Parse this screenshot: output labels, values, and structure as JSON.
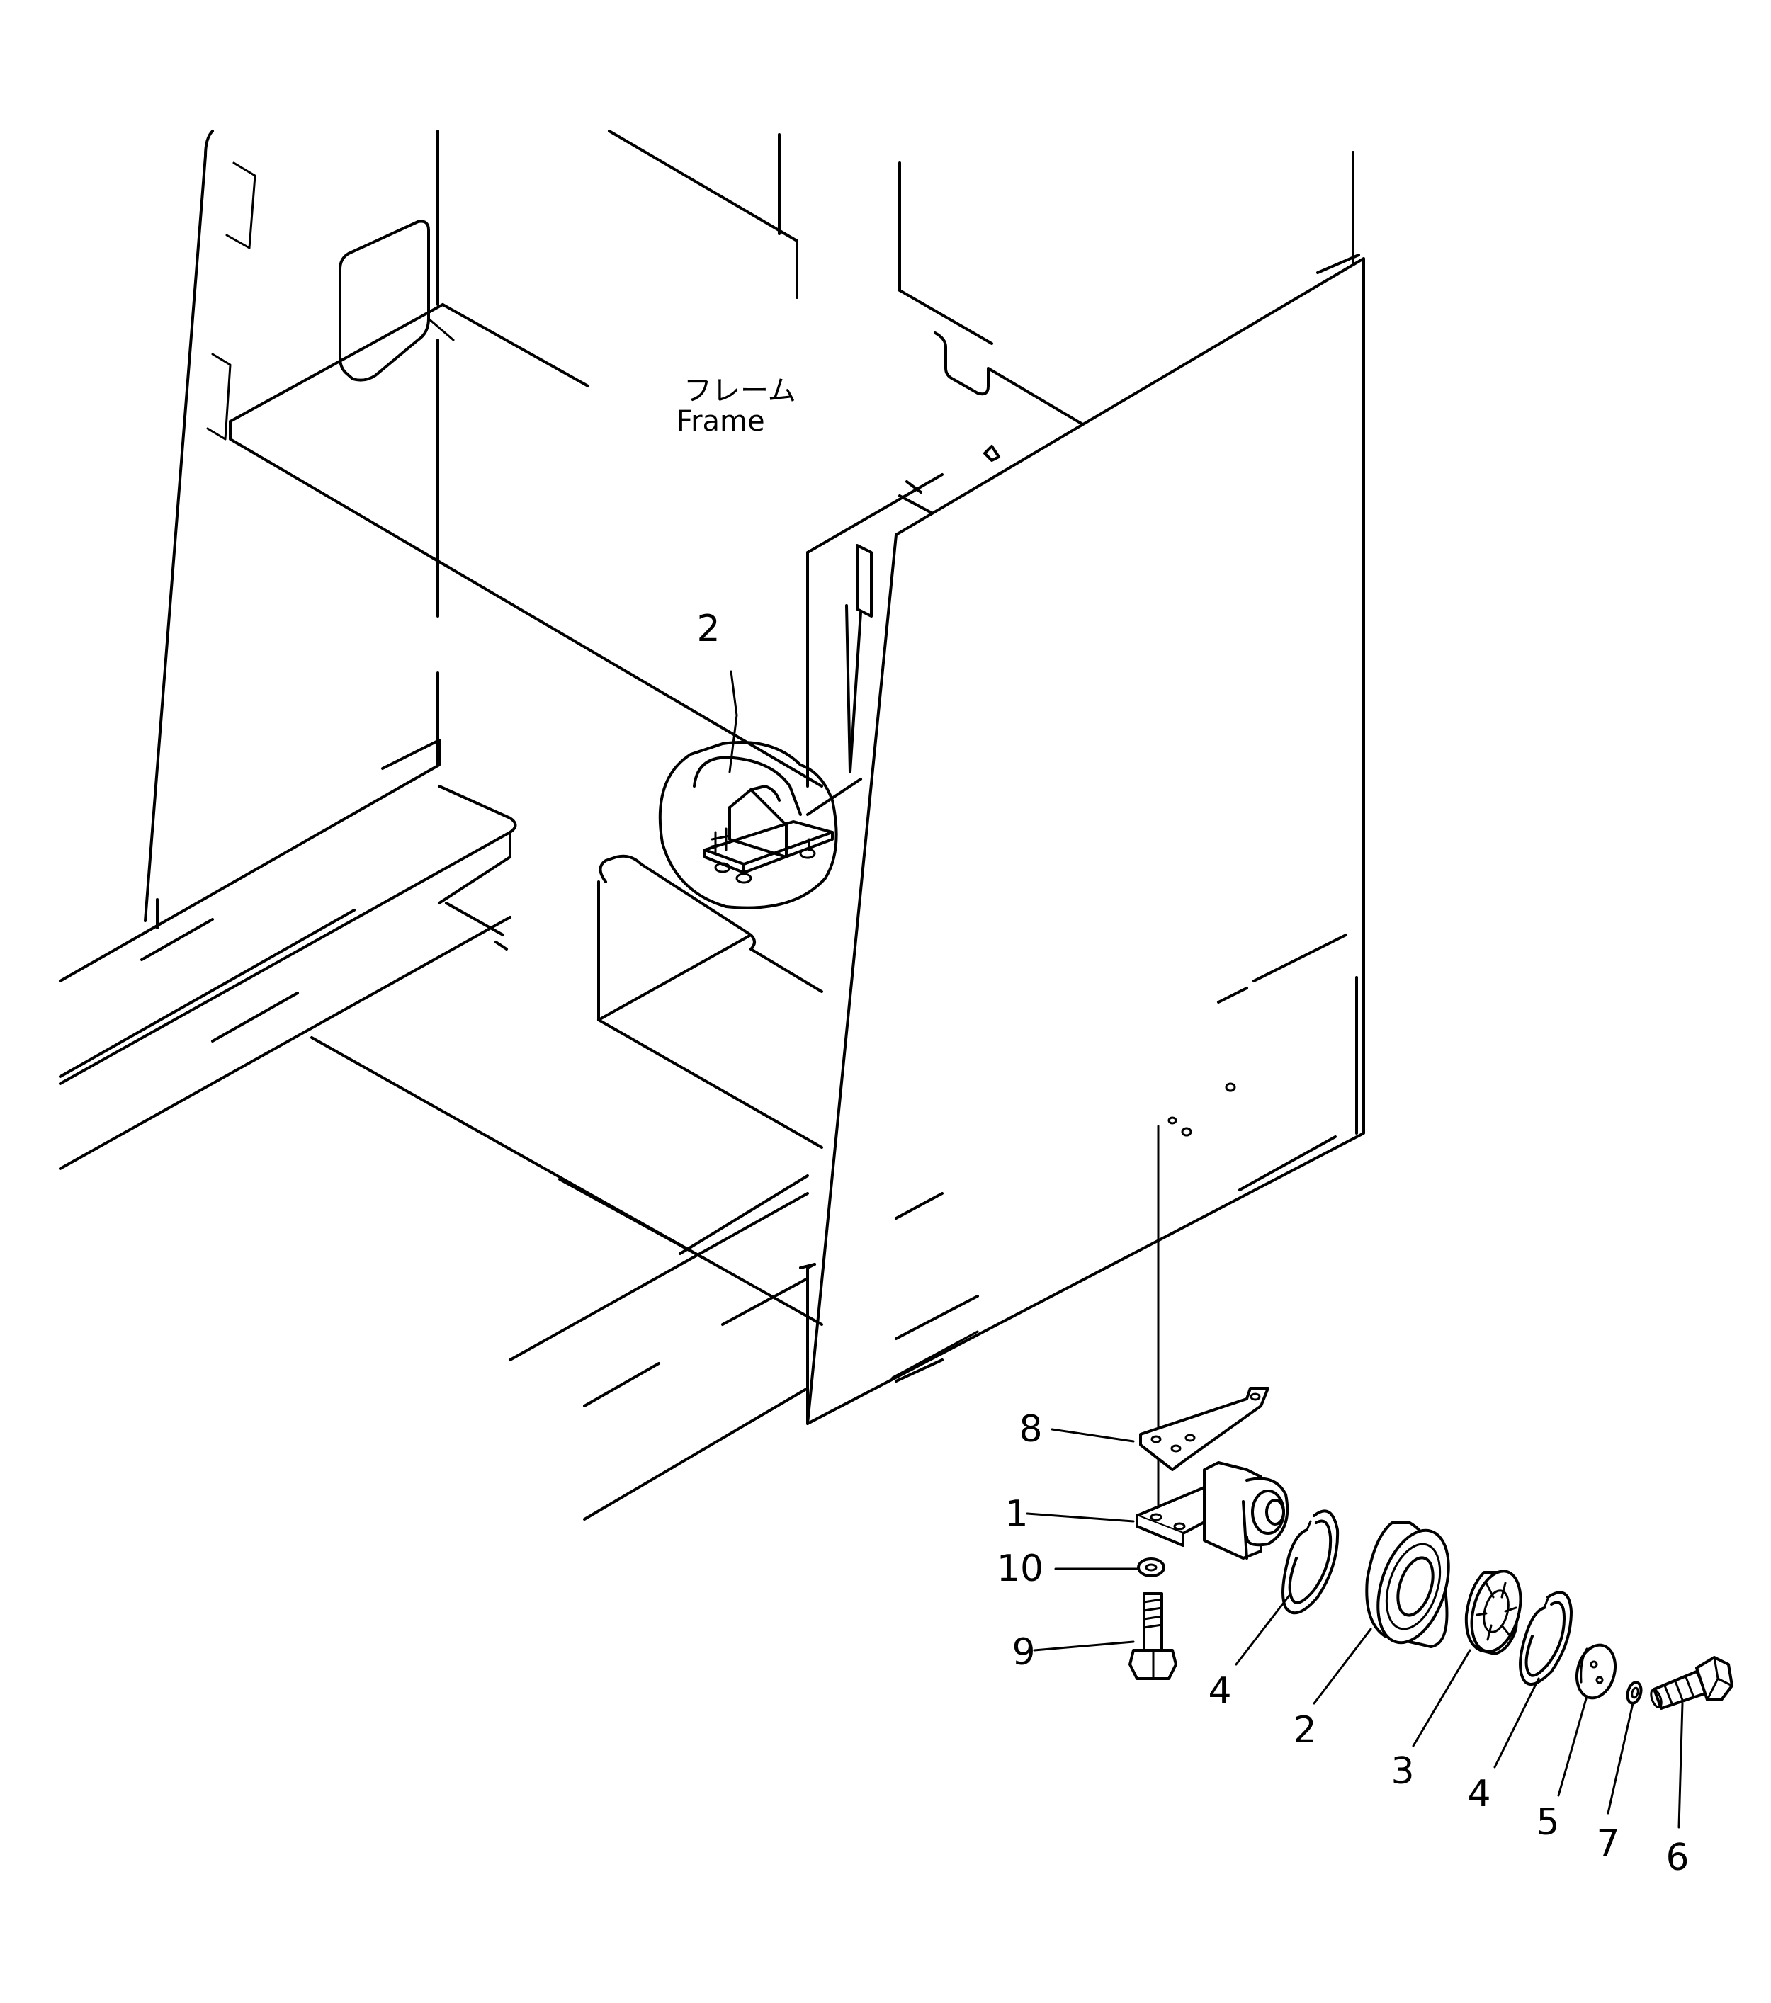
{
  "frame_label": {
    "japanese": "フレーム",
    "english": "Frame"
  },
  "callouts": {
    "frame_detail": "2",
    "bracket_plate": "8",
    "roller_bracket": "1",
    "washer": "10",
    "bolt": "9",
    "snap_ring_front": "4",
    "roller": "2",
    "bearing": "3",
    "snap_ring_rear": "4",
    "cover_plate": "5",
    "lock_washer": "7",
    "end_bolt": "6"
  }
}
